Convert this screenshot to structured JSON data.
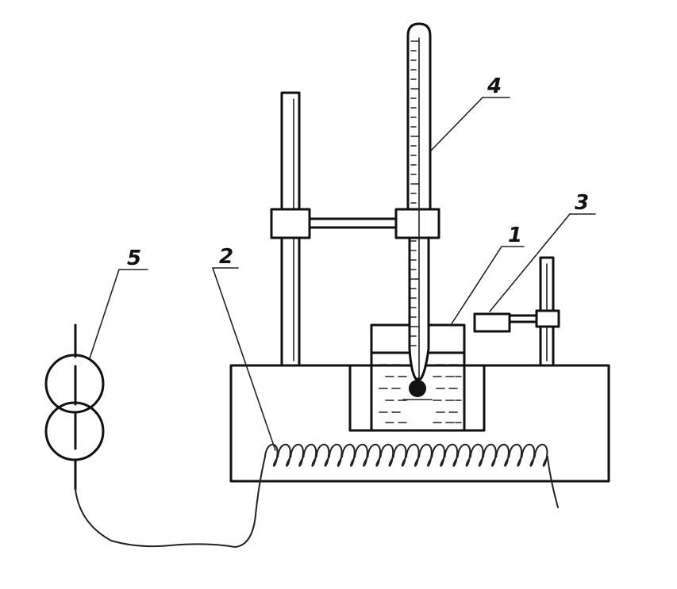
{
  "labels": {
    "vessel": "1",
    "heater_coil": "2",
    "stirrer_holder": "3",
    "thermometer": "4",
    "power_source": "5"
  },
  "colors": {
    "ink": "#111111",
    "background": "#ffffff"
  }
}
